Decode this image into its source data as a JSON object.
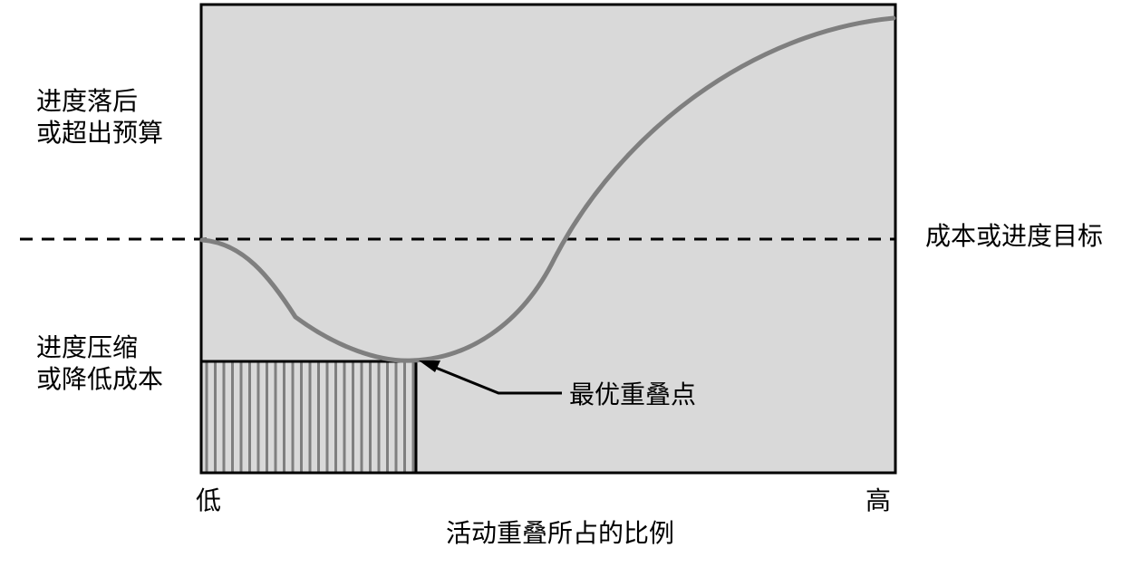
{
  "labels": {
    "high_state_line1": "进度落后",
    "high_state_line2": "或超出预算",
    "target_line": "成本或进度目标",
    "low_state_line1": "进度压缩",
    "low_state_line2": "或降低成本",
    "optimal_point": "最优重叠点",
    "x_low": "低",
    "x_high": "高",
    "x_axis_title": "活动重叠所占的比例"
  },
  "colors": {
    "plot_background": "#d9d9d9",
    "curve": "#7f7f7f",
    "frame": "#000000",
    "hatch": "#7f7f7f"
  }
}
